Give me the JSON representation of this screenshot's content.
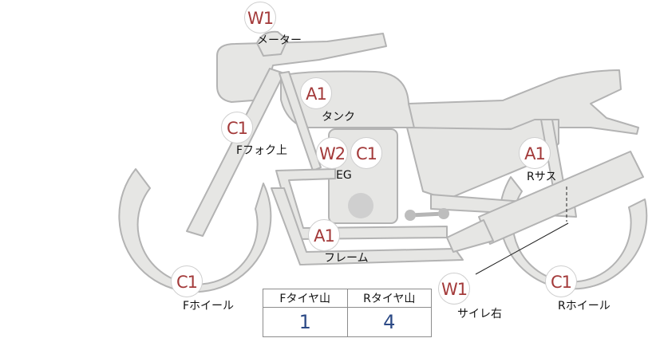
{
  "colors": {
    "part_fill": "#e6e6e4",
    "part_stroke": "#b3b3b3",
    "badge_text": "#a33a3a",
    "table_value_text": "#2c4a86",
    "engine_circle": "#cfcfcf"
  },
  "parts": [
    {
      "id": "meter",
      "badge": "W1",
      "label": "メーター"
    },
    {
      "id": "tank",
      "badge": "A1",
      "label": "タンク"
    },
    {
      "id": "ffork",
      "badge": "C1",
      "label": "Fフォク上"
    },
    {
      "id": "eg",
      "badge": "W2",
      "badge2": "C1",
      "label": "EG"
    },
    {
      "id": "rsus",
      "badge": "A1",
      "label": "Rサス"
    },
    {
      "id": "frame",
      "badge": "A1",
      "label": "フレーム"
    },
    {
      "id": "fwheel",
      "badge": "C1",
      "label": "Fホイール"
    },
    {
      "id": "muffler",
      "badge": "W1",
      "label": "サイレ右"
    },
    {
      "id": "rwheel",
      "badge": "C1",
      "label": "Rホイール"
    }
  ],
  "tire_table": {
    "headers": [
      "Fタイヤ山",
      "Rタイヤ山"
    ],
    "values": [
      "1",
      "4"
    ]
  }
}
